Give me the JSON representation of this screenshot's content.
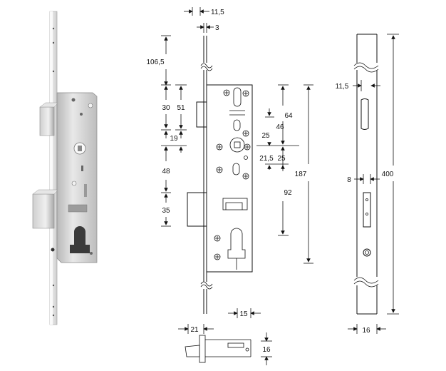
{
  "dimensions": {
    "faceplate_offset_top": "11,5",
    "faceplate_thickness": "3",
    "top_to_case": "106,5",
    "upper_gap_a": "30",
    "upper_gap_b": "51",
    "latch_zone": "19",
    "mid_gap": "48",
    "bolt_height": "35",
    "right_upper": "64",
    "right_mid_a": "46",
    "right_mid_b": "25",
    "right_mid_c": "21,5",
    "right_mid_d": "25",
    "right_lower": "92",
    "case_height": "187",
    "bottom_bolt_offset": "15",
    "bolt_throw": "21",
    "bolt_width": "16",
    "front_slot_offset": "11,5",
    "front_hole_offset": "8",
    "faceplate_length": "400",
    "faceplate_width": "16"
  }
}
